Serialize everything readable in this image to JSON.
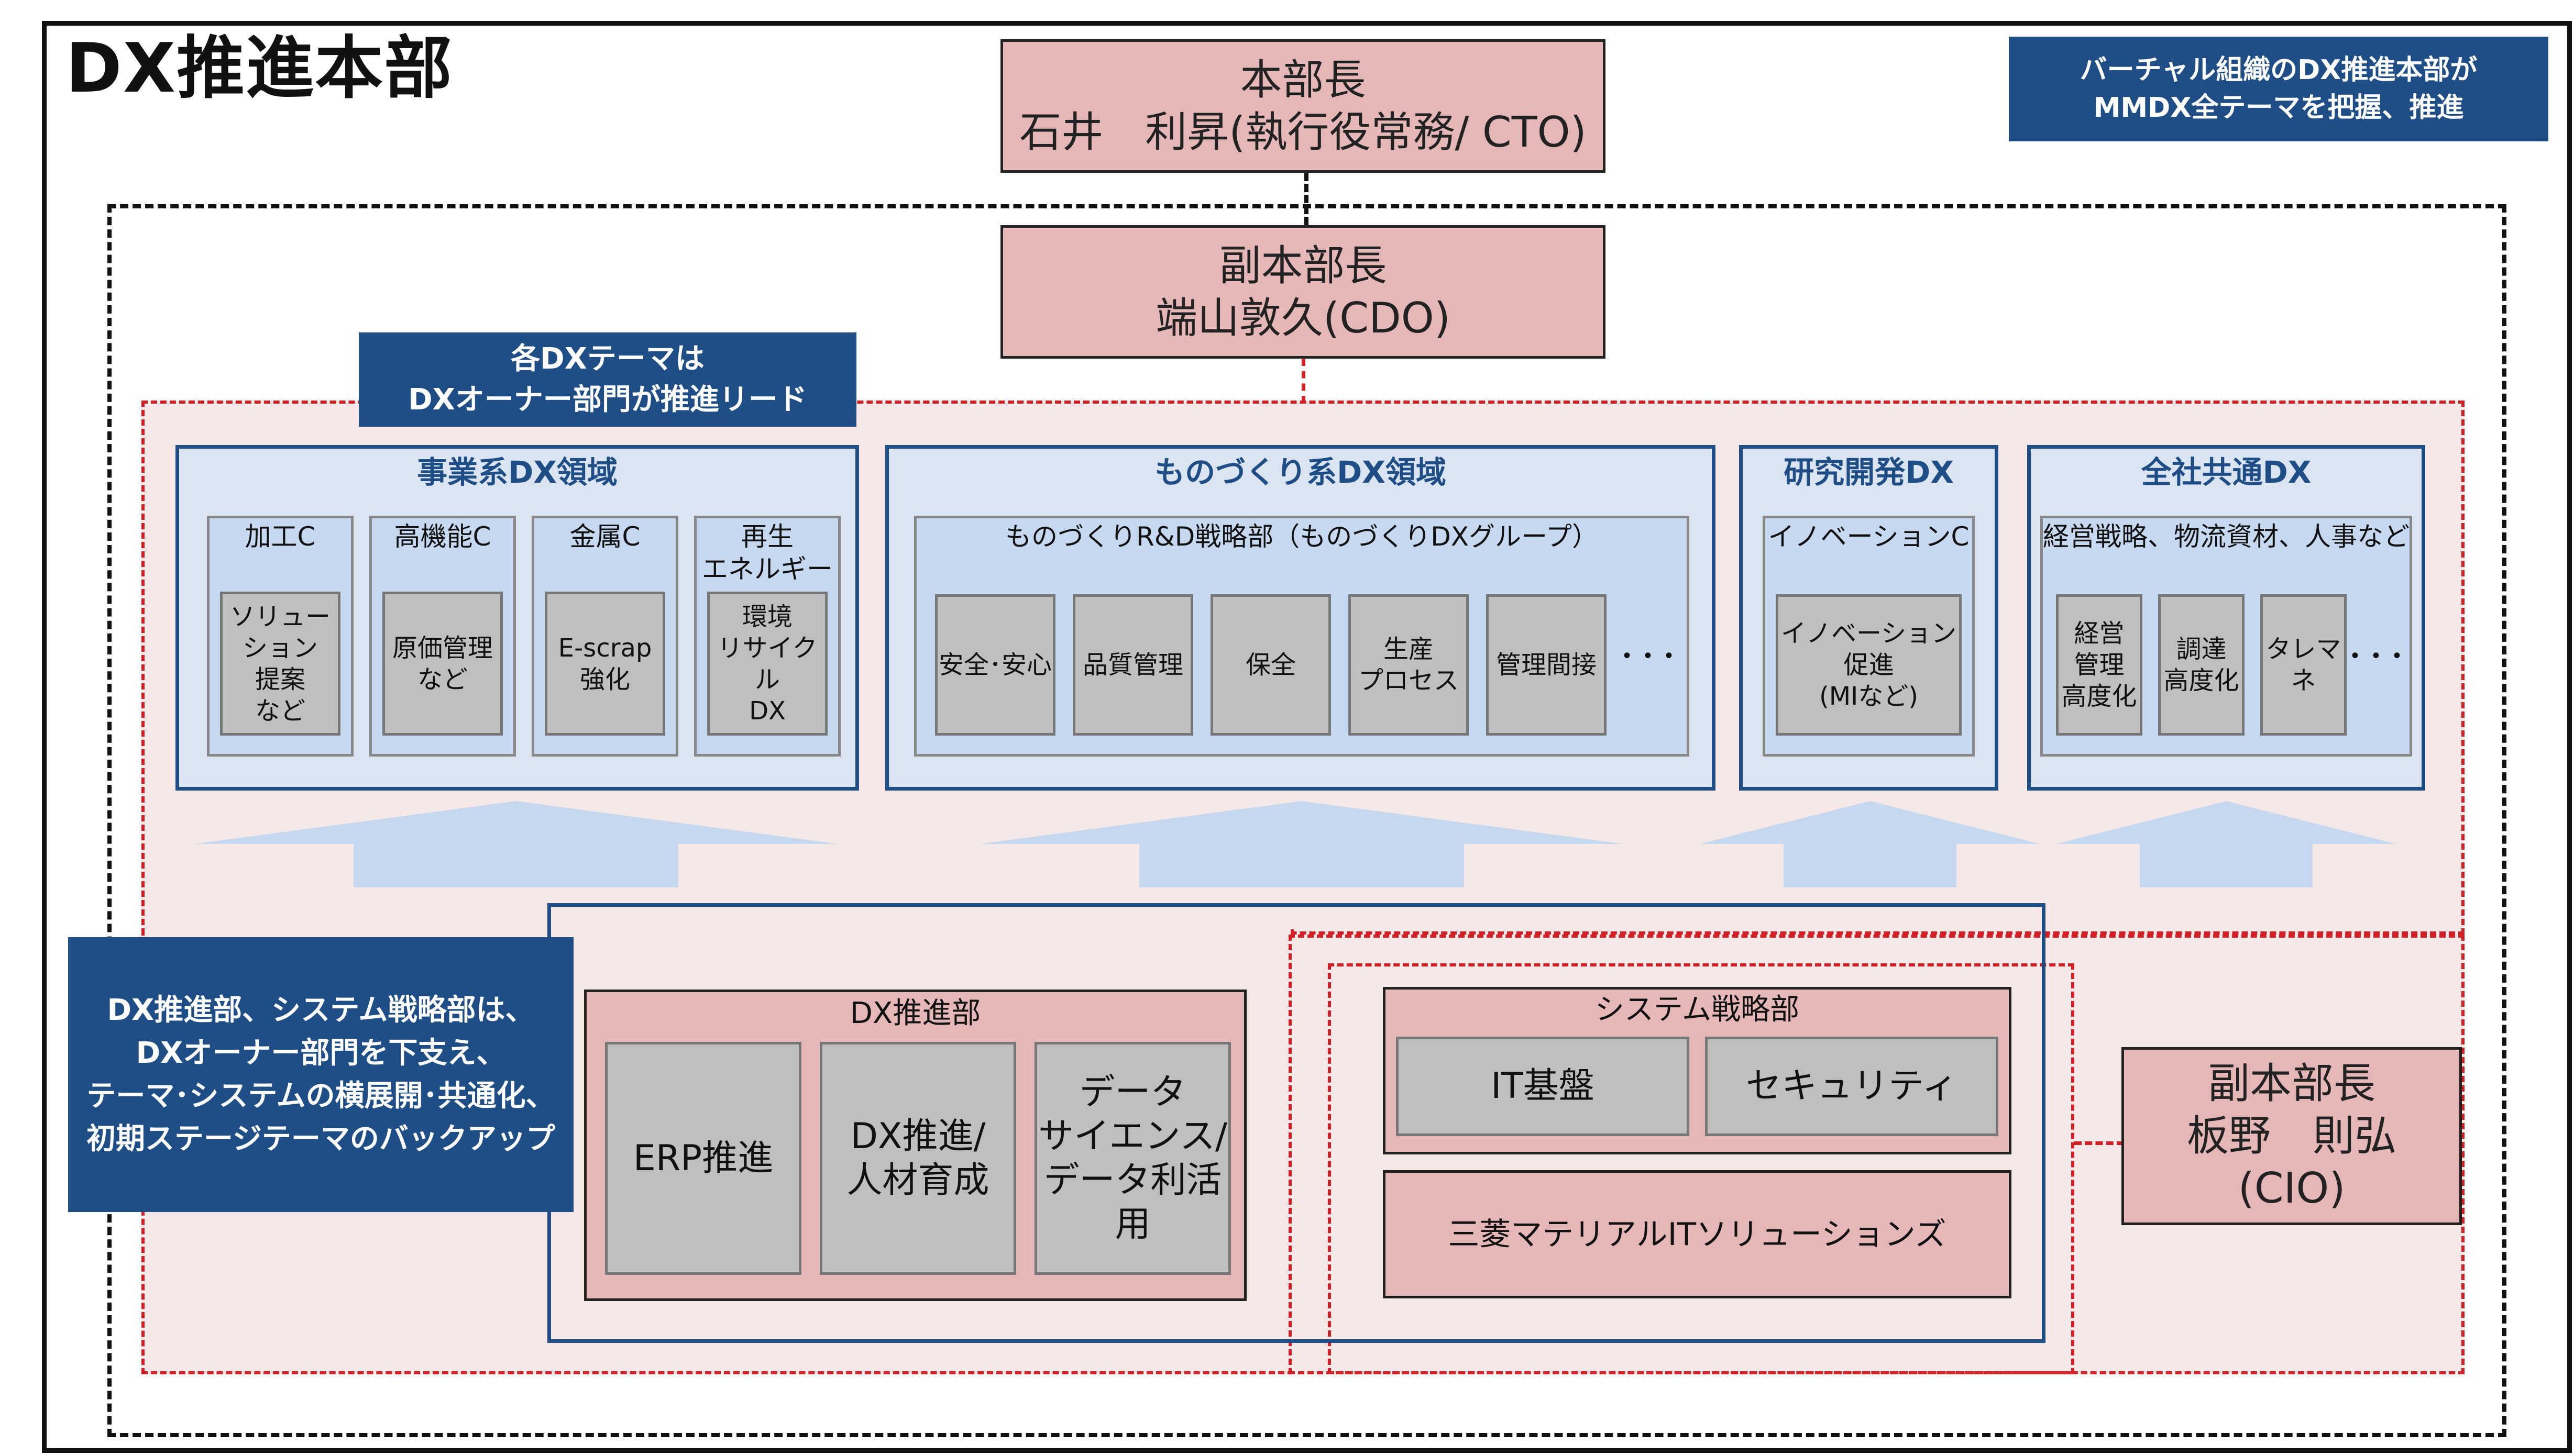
{
  "title": "DX推進本部",
  "note_top_right": "バーチャル組織のDX推進本部が\nMMDX全テーマを把握、推進",
  "head": {
    "role": "本部長",
    "name": "石井　利昇(執行役常務/ CTO)"
  },
  "deputy_cdo": {
    "role": "副本部長",
    "name": "端山敦久(CDO)"
  },
  "note_owner": "各DXテーマは\nDXオーナー部門が推進リード",
  "note_support": "DX推進部、システム戦略部は、\nDXオーナー部門を下支え、\nテーマ･システムの横展開･共通化、\n初期ステージテーマのバックアップ",
  "domains": {
    "business": {
      "title": "事業系DX領域",
      "units": [
        {
          "name": "加工C",
          "item": "ソリューション\n提案\nなど"
        },
        {
          "name": "高機能C",
          "item": "原価管理\nなど"
        },
        {
          "name": "金属C",
          "item": "E-scrap\n強化"
        },
        {
          "name": "再生\nエネルギー",
          "item": "環境\nリサイクル\nDX"
        }
      ]
    },
    "manufacturing": {
      "title": "ものづくり系DX領域",
      "unit": "ものづくりR&D戦略部（ものづくりDXグループ）",
      "items": [
        "安全･安心",
        "品質管理",
        "保全",
        "生産\nプロセス",
        "管理間接"
      ],
      "more": "･･･"
    },
    "rnd": {
      "title": "研究開発DX",
      "unit": "イノベーションC",
      "item": "イノベーション\n促進\n(MIなど)"
    },
    "corporate": {
      "title": "全社共通DX",
      "unit": "経営戦略、物流資材、人事など",
      "items": [
        "経営\n管理\n高度化",
        "調達\n高度化",
        "タレマネ"
      ],
      "more": "･･･"
    }
  },
  "dx_dept": {
    "title": "DX推進部",
    "items": [
      "ERP推進",
      "DX推進/\n人材育成",
      "データ\nサイエンス/\nデータ利活用"
    ]
  },
  "sys_dept": {
    "title": "システム戦略部",
    "items": [
      "IT基盤",
      "セキュリティ"
    ],
    "subsidiary": "三菱マテリアルITソリューションズ"
  },
  "deputy_cio": {
    "role": "副本部長",
    "name": "板野　則弘",
    "title": "(CIO)"
  },
  "colors": {
    "navy": "#1f4e86",
    "pink": "#e6b7b7",
    "light_blue": "#dbe4f1",
    "red_dash": "#d21f26",
    "arrow": "#c6d8ef"
  }
}
